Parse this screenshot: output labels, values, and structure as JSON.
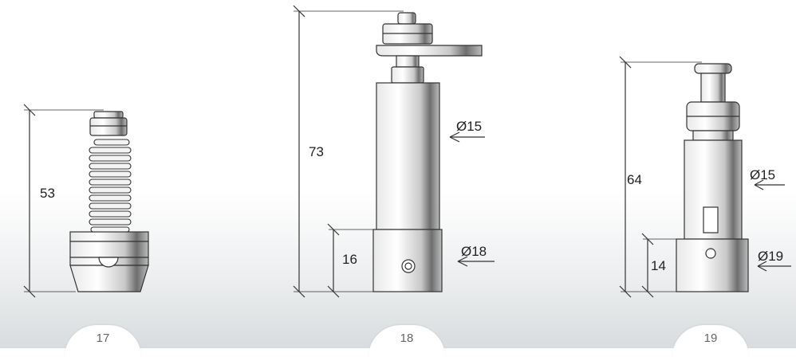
{
  "parts": [
    {
      "number": "17",
      "height": "53"
    },
    {
      "number": "18",
      "height": "73",
      "base_height": "16",
      "shaft_diameter": "Ø15",
      "base_diameter": "Ø18"
    },
    {
      "number": "19",
      "height": "64",
      "base_height": "14",
      "shaft_diameter": "Ø15",
      "base_diameter": "Ø19"
    }
  ],
  "colors": {
    "line": "#333333",
    "metal_light": "#f2f2f2",
    "metal_dark": "#8a8a8a"
  }
}
